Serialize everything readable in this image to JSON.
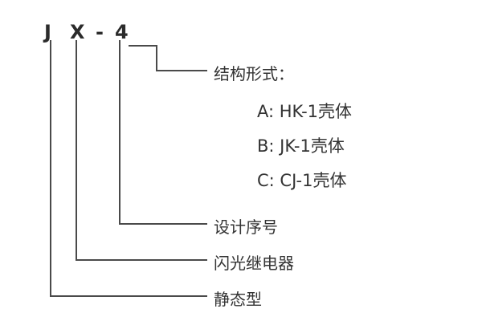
{
  "model": {
    "chars": [
      "J",
      "X",
      "-",
      "4"
    ]
  },
  "annotations": {
    "structure_title": "结构形式：",
    "structure_options": [
      "A: HK-1壳体",
      "B: JK-1壳体",
      "C: CJ-1壳体"
    ],
    "design_serial": "设计序号",
    "flash_relay": "闪光继电器",
    "static_type": "静态型"
  },
  "colors": {
    "line": "#4a4a4a",
    "text": "#333333",
    "background": "#ffffff"
  }
}
